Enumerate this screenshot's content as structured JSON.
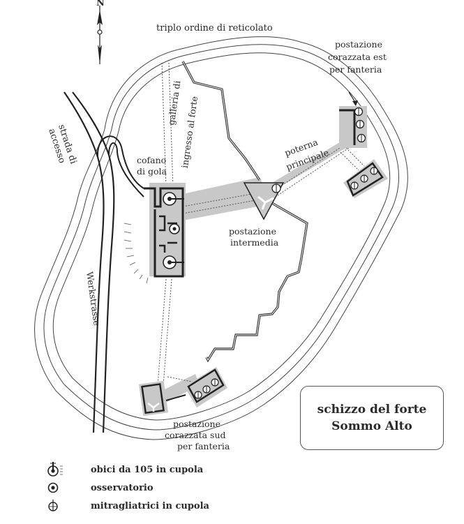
{
  "map": {
    "north_label": "N",
    "labels": {
      "reticolato": "triplo ordine di reticolato",
      "est_1": "postazione",
      "est_2": "corazzata est",
      "est_3": "per fanteria",
      "strada_1": "strada di",
      "strada_2": "accesso",
      "galleria_1": "galleria di",
      "galleria_2": "ingresso al forte",
      "cofano_1": "cofano",
      "cofano_2": "di gola",
      "poterna_1": "poterna",
      "poterna_2": "principale",
      "intermedia_1": "postazione",
      "intermedia_2": "intermedia",
      "werkstrasse": "Werkstrasse",
      "sud_1": "postazione",
      "sud_2": "corazzata sud",
      "sud_3": "per fanteria"
    }
  },
  "title": {
    "line1": "schizzo del forte",
    "line2": "Sommo Alto"
  },
  "legend": [
    {
      "icon": "howitzer-cupola-icon",
      "label": "obici da 105 in cupola"
    },
    {
      "icon": "observatory-icon",
      "label": "osservatorio"
    },
    {
      "icon": "machine-gun-cupola-icon",
      "label": "mitragliatrici in cupola"
    }
  ],
  "colors": {
    "ink": "#2a2a2a",
    "shade": "#c8c8c8",
    "background": "#ffffff"
  }
}
